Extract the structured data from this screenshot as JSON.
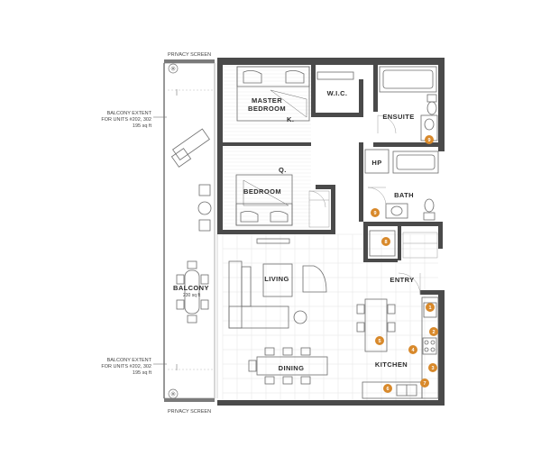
{
  "labels": {
    "privacy_top": "PRIVACY SCREEN",
    "privacy_bottom": "PRIVACY SCREEN",
    "balcony_extent_top": [
      "BALCONY EXTENT",
      "FOR UNITS #202, 302",
      "195 sq ft"
    ],
    "balcony_extent_bottom": [
      "BALCONY EXTENT",
      "FOR UNITS #202, 302",
      "195 sq ft"
    ],
    "balcony": "BALCONY",
    "balcony_area": "230 sq ft"
  },
  "rooms": {
    "master_bedroom": [
      "MASTER",
      "BEDROOM"
    ],
    "master_bed_size": "K.",
    "wic": "W.I.C.",
    "ensuite": "ENSUITE",
    "bedroom": "BEDROOM",
    "bedroom_bed_size": "Q.",
    "hp": "HP",
    "bath": "BATH",
    "living": "LIVING",
    "entry": "ENTRY",
    "kitchen": "KITCHEN",
    "dining": "DINING"
  },
  "badges": [
    "1",
    "2",
    "3",
    "4",
    "5",
    "6",
    "7",
    "8",
    "9"
  ],
  "colors": {
    "wall": "#4a4a4a",
    "badge": "#d8892b",
    "tile": "#e3e3e3"
  }
}
